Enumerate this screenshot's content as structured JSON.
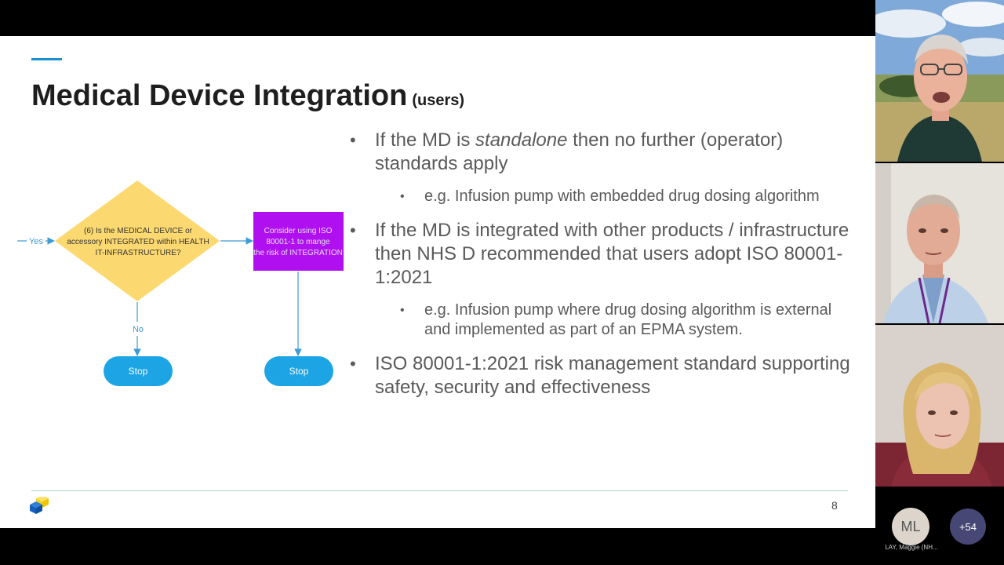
{
  "slide": {
    "title": "Medical Device Integration",
    "title_suffix": "(users)",
    "page_number": "8",
    "flowchart": {
      "decision_lines": [
        "(6) Is the MEDICAL DEVICE or",
        "accessory INTEGRATED within HEALTH",
        "IT-INFRASTRUCTURE?"
      ],
      "action_lines": [
        "Consider using ISO",
        "80001-1 to mange",
        "the risk of INTEGRATION"
      ],
      "yes_label": "Yes",
      "no_label": "No",
      "stop_left": "Stop",
      "stop_right": "Stop",
      "colors": {
        "decision": "#fcd970",
        "action": "#b010f0",
        "terminal": "#1ca4e4",
        "connector": "#3d9bd6"
      }
    },
    "bullets": [
      {
        "before": "If the MD is ",
        "emphasis": "standalone",
        "after": " then no further (operator) standards apply"
      },
      {
        "text": "e.g. Infusion pump with embedded drug dosing algorithm"
      },
      {
        "text": "If the MD is integrated with other products / infrastructure then NHS D recommended that users adopt ISO 80001-1:2021"
      },
      {
        "text": "e.g. Infusion pump where drug dosing algorithm is external and implemented as part of an EPMA system."
      },
      {
        "text": "ISO 80001-1:2021 risk management standard supporting safety, security and effectiveness"
      }
    ],
    "colors": {
      "accent": "#1c8fd1",
      "title": "#1e1e1e",
      "body_text": "#5a5a5a"
    }
  },
  "meeting": {
    "participant_initials": "ML",
    "participant_name": "LAY, Maggie (NH...",
    "overflow_count": "+54",
    "colors": {
      "badge": "#464775"
    }
  }
}
